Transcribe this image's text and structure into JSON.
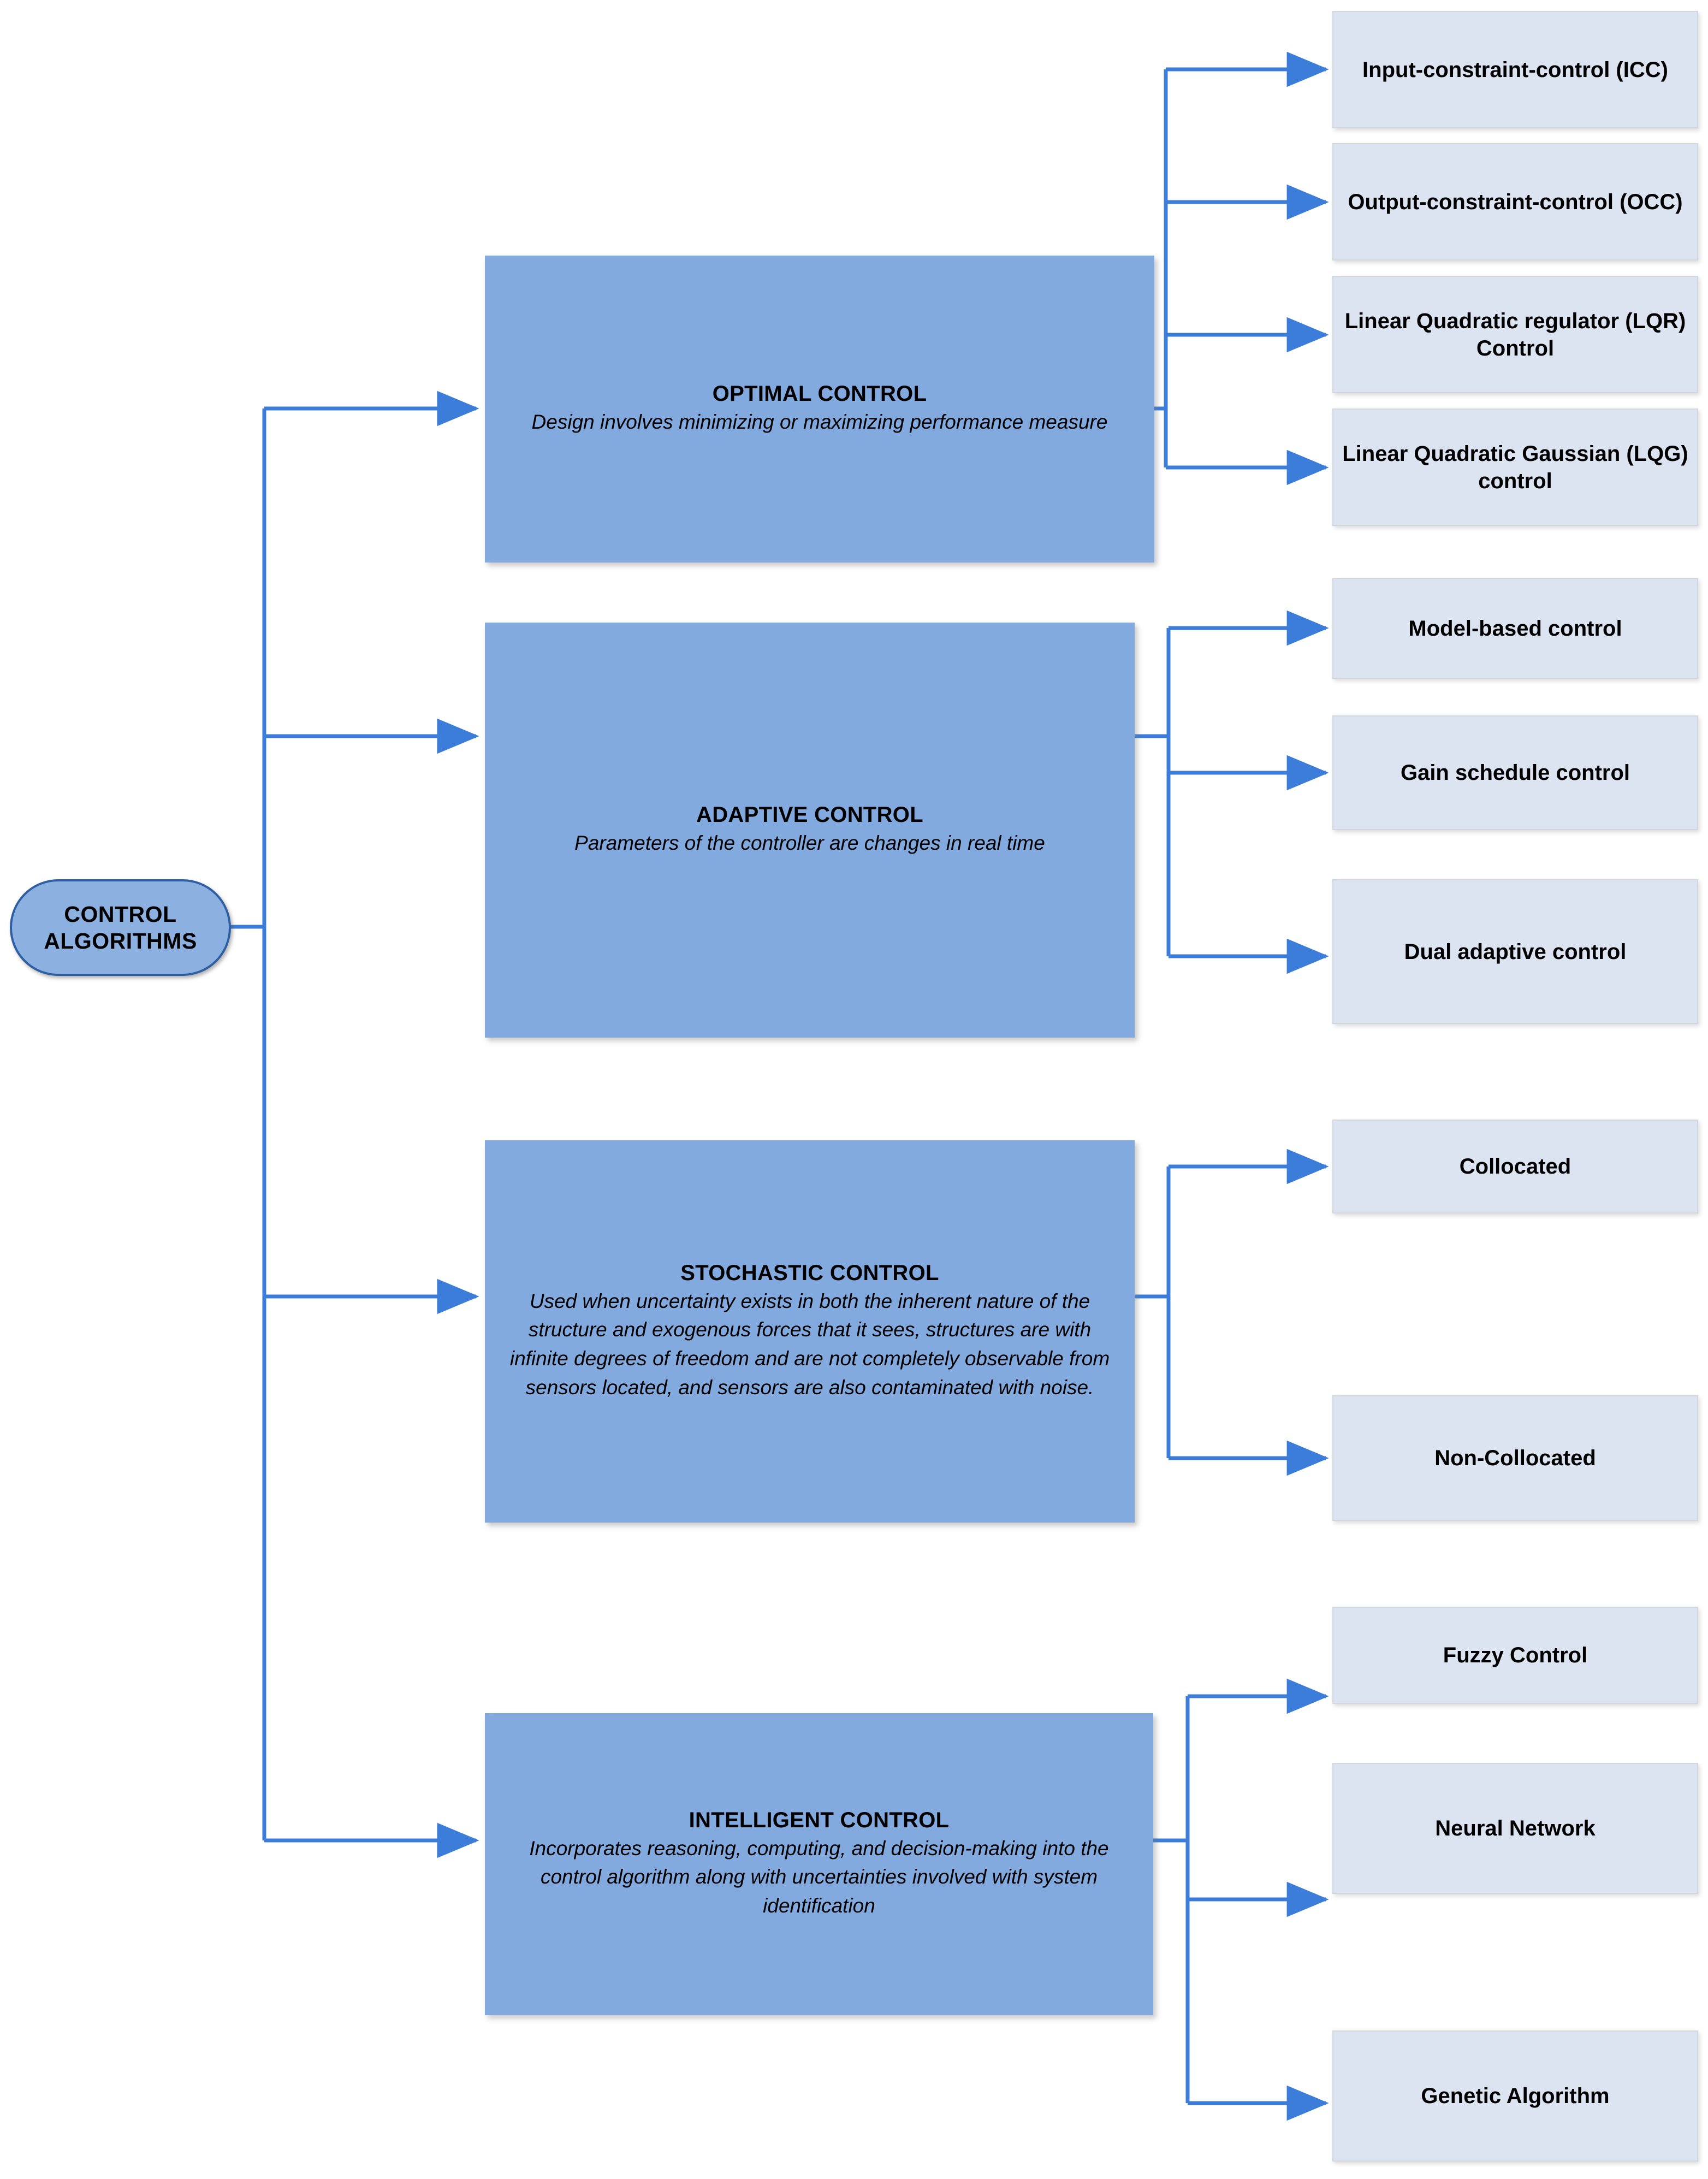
{
  "diagram": {
    "title": "Control Algorithms",
    "accent_color": "#3b7dd8",
    "category_fill": "#83aadf",
    "leaf_fill": "#dde4f1",
    "root_fill": "#8cb0e0",
    "root_border": "#2e5fa3"
  },
  "root": {
    "label_line1": "CONTROL",
    "label_line2": "ALGORITHMS"
  },
  "categories": [
    {
      "id": "optimal-control",
      "title": "OPTIMAL CONTROL",
      "description": "Design involves minimizing or maximizing performance measure",
      "children": [
        {
          "id": "icc",
          "label": "Input-constraint-control (ICC)"
        },
        {
          "id": "occ",
          "label": "Output-constraint-control (OCC)"
        },
        {
          "id": "lqr",
          "label": "Linear Quadratic regulator (LQR) Control"
        },
        {
          "id": "lqg",
          "label": "Linear Quadratic Gaussian (LQG) control"
        }
      ]
    },
    {
      "id": "adaptive-control",
      "title": "ADAPTIVE CONTROL",
      "description": "Parameters of the controller are changes in real time",
      "children": [
        {
          "id": "model-based-control",
          "label": "Model-based control"
        },
        {
          "id": "gain-schedule-control",
          "label": "Gain schedule control"
        },
        {
          "id": "dual-adaptive-control",
          "label": "Dual adaptive control"
        }
      ]
    },
    {
      "id": "stochastic-control",
      "title": "STOCHASTIC CONTROL",
      "description": "Used when uncertainty exists in both the inherent nature of the structure and exogenous forces that it sees, structures are with infinite degrees of freedom and are not completely observable from sensors located, and sensors are also contaminated with noise.",
      "children": [
        {
          "id": "collocated",
          "label": "Collocated"
        },
        {
          "id": "non-collocated",
          "label": "Non-Collocated"
        }
      ]
    },
    {
      "id": "intelligent-control",
      "title": "INTELLIGENT CONTROL",
      "description": "Incorporates reasoning, computing, and decision-making into the control algorithm along with uncertainties involved with system identification",
      "children": [
        {
          "id": "fuzzy-control",
          "label": "Fuzzy Control"
        },
        {
          "id": "neural-network",
          "label": "Neural Network"
        },
        {
          "id": "genetic-algorithm",
          "label": "Genetic Algorithm"
        }
      ]
    }
  ]
}
